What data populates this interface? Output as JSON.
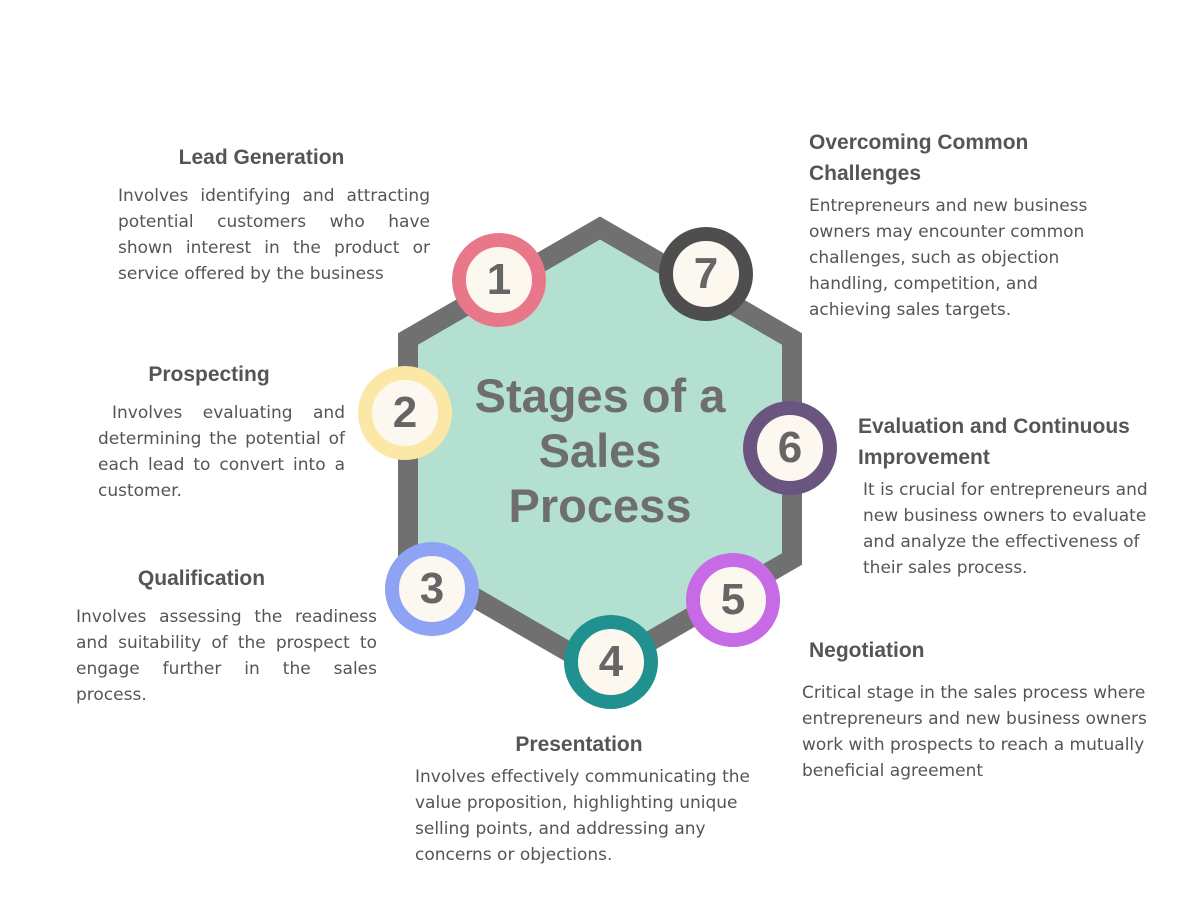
{
  "title": "Stages of a Sales Process",
  "colors": {
    "hex_fill": "#b4e0d2",
    "hex_stroke": "#707070"
  },
  "stages": [
    {
      "number": "1",
      "title": "Lead Generation",
      "text": "Involves identifying and attracting potential customers who have shown interest in the product or service offered by the business",
      "color": "#e9778a"
    },
    {
      "number": "2",
      "title": "Prospecting",
      "text": "Involves evaluating and determining the potential of each lead to convert into a customer.",
      "color": "#fbe8a6"
    },
    {
      "number": "3",
      "title": "Qualification",
      "text": "Involves assessing the readiness and suitability of the prospect to engage further in the sales process.",
      "color": "#8fa3f5"
    },
    {
      "number": "4",
      "title": "Presentation",
      "text": "Involves effectively communicating the value proposition, highlighting unique selling points, and addressing any concerns or objections.",
      "color": "#20918e"
    },
    {
      "number": "5",
      "title": "Negotiation",
      "text": "Critical stage in the sales process where entrepreneurs and new business owners work with prospects to reach a mutually beneficial agreement",
      "color": "#c76ae5"
    },
    {
      "number": "6",
      "title": "Evaluation and Continuous Improvement",
      "text": "It is crucial for entrepreneurs and new business owners to evaluate and analyze the effectiveness of their sales process.",
      "color": "#6a5580"
    },
    {
      "number": "7",
      "title": "Overcoming Common Challenges",
      "text": "Entrepreneurs and new business owners may encounter common challenges, such as objection handling, competition, and achieving sales targets.",
      "color": "#4e4e4e"
    }
  ]
}
